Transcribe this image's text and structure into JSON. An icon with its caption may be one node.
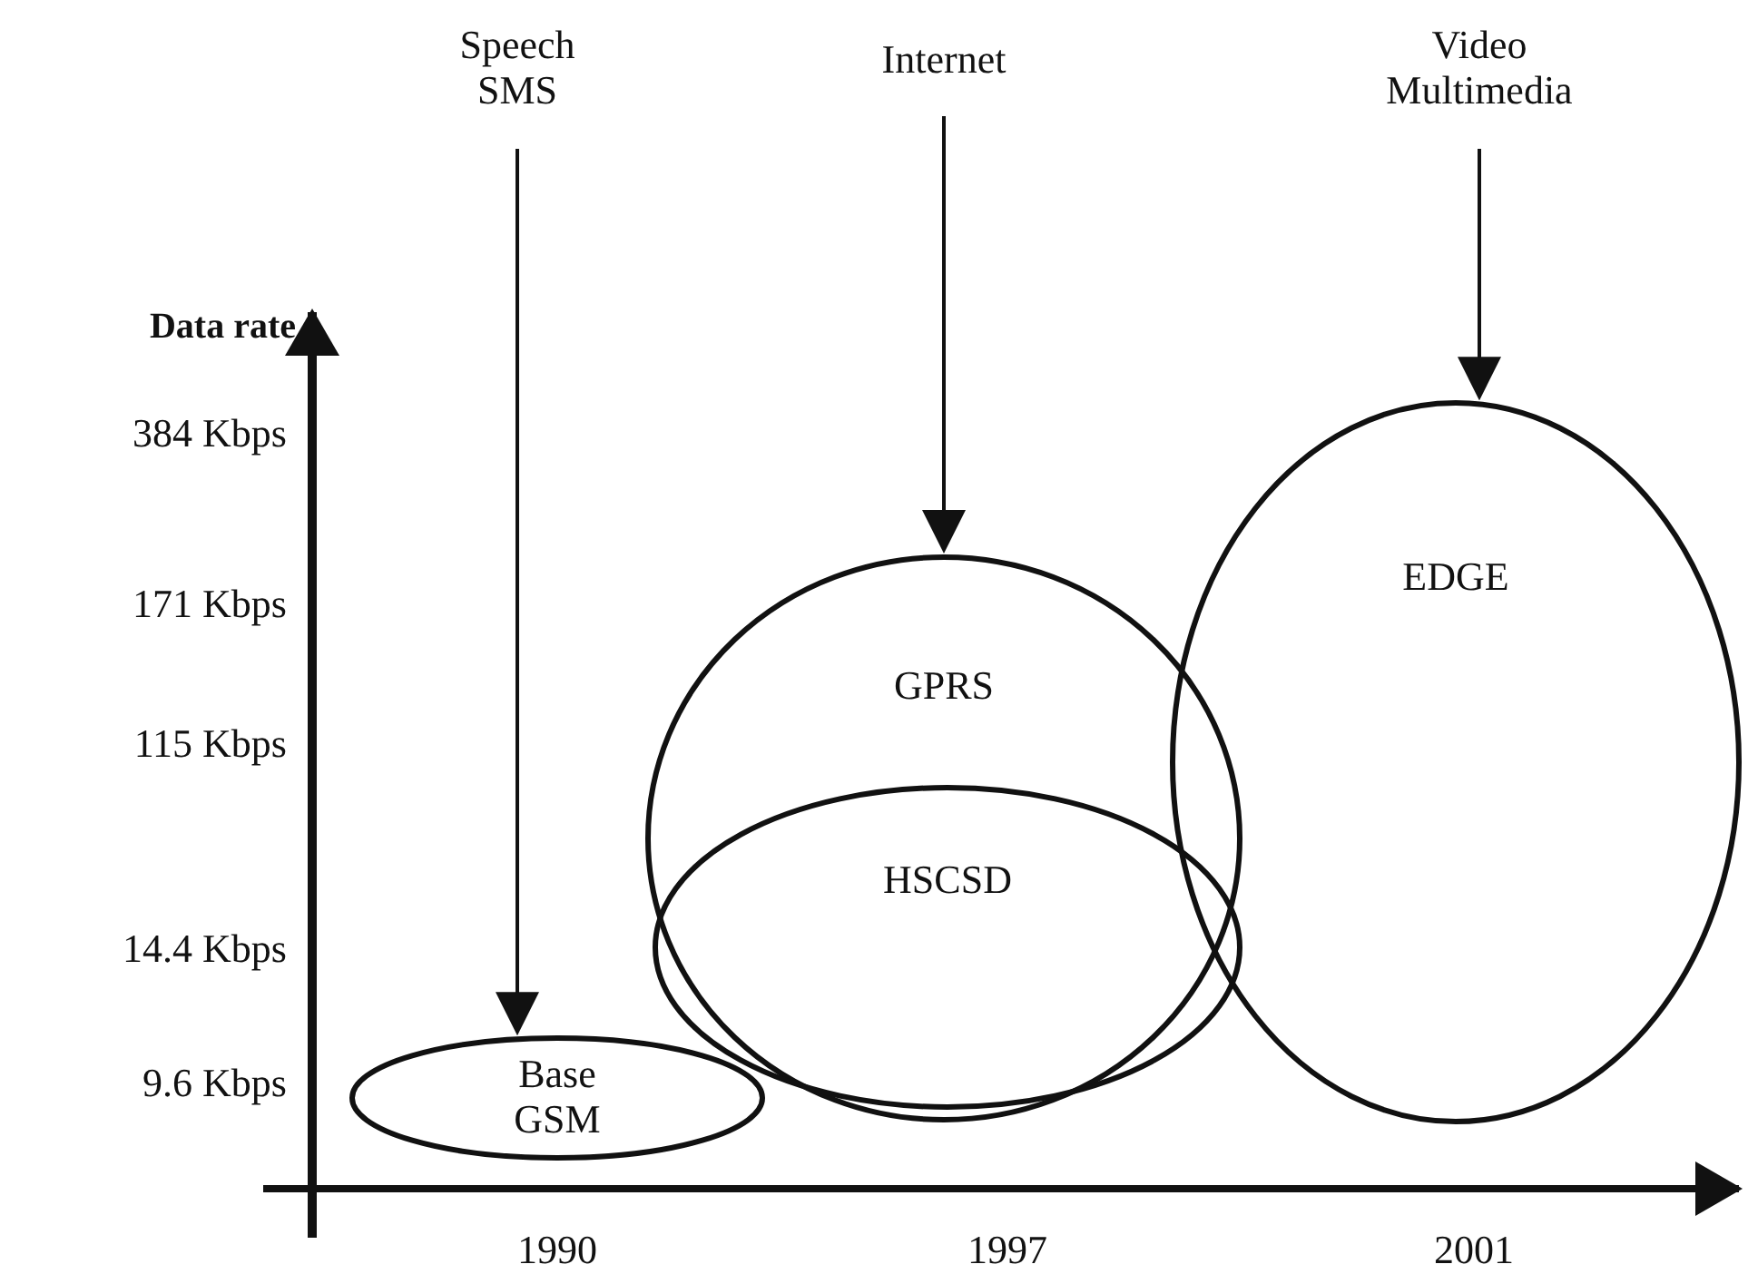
{
  "diagram": {
    "nodes": [
      {
        "text": [
          "Speech SMS"
        ]
      },
      {
        "text": [
          "Internet"
        ]
      },
      {
        "text": [
          "Video Multimedia"
        ]
      },
      {
        "text": [
          "Base GSM"
        ]
      },
      {
        "text": [
          "GPRS"
        ]
      },
      {
        "text": [
          "HSCSD"
        ],
        "in": 4
      },
      {
        "text": [
          "EDGE"
        ]
      }
    ],
    "edges": [
      {
        "from": 0,
        "to": 3,
        "arrow": "to"
      },
      {
        "from": 1,
        "to": 4,
        "arrow": "to"
      },
      {
        "from": 2,
        "to": 6,
        "arrow": "to"
      }
    ],
    "labels": [
      "Data rate",
      "384 Kbps",
      "171 Kbps",
      "115 Kbps",
      "14.4 Kbps",
      "9.6 Kbps",
      "1990",
      "1997",
      "2001"
    ]
  }
}
